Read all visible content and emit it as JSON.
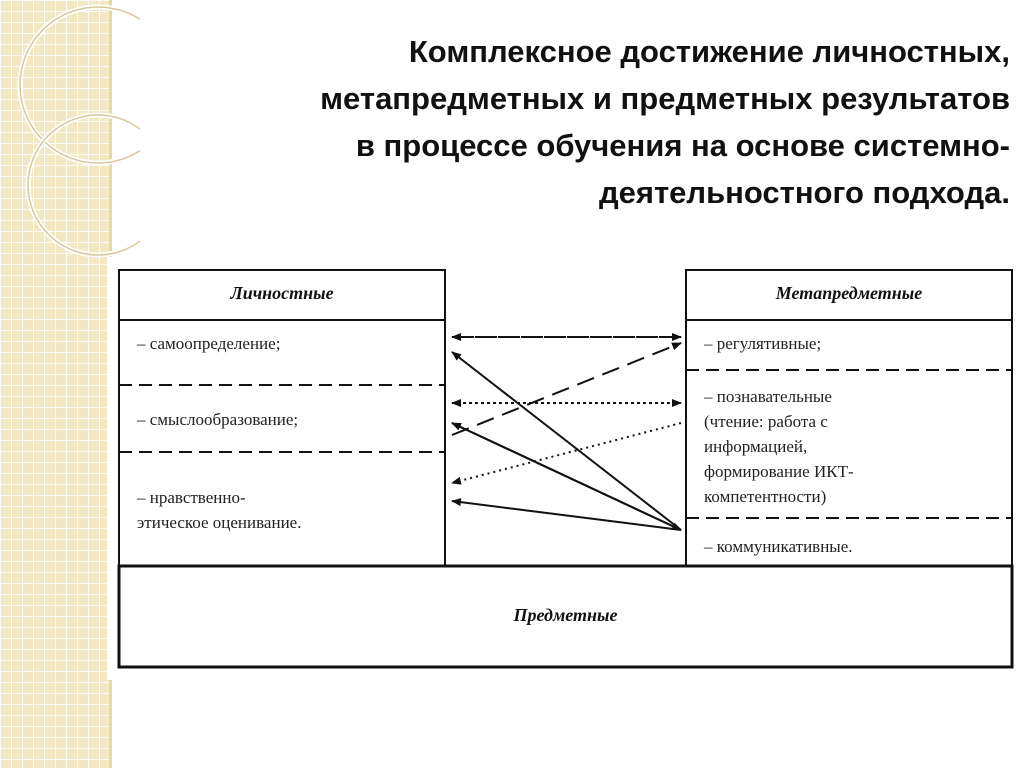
{
  "slide": {
    "title_lines": [
      "Комплексное достижение личностных,",
      "метапредметных и предметных результатов",
      "в процессе обучения на основе системно-",
      "деятельностного подхода."
    ]
  },
  "diagram": {
    "personal": {
      "header": "Личностные",
      "items": [
        "–   самоопределение;",
        "–   смыслообразование;"
      ],
      "item3_line1": "–   нравственно-",
      "item3_line2": "этическое оценивание."
    },
    "meta": {
      "header": "Метапредметные",
      "item1": "–   регулятивные;",
      "item2_lines": [
        "–   познавательные",
        "(чтение: работа с",
        "информацией,",
        "формирование ИКТ-",
        "компетентности)"
      ],
      "item3": "–   коммуникативные."
    },
    "subject": {
      "header": "Предметные"
    }
  }
}
